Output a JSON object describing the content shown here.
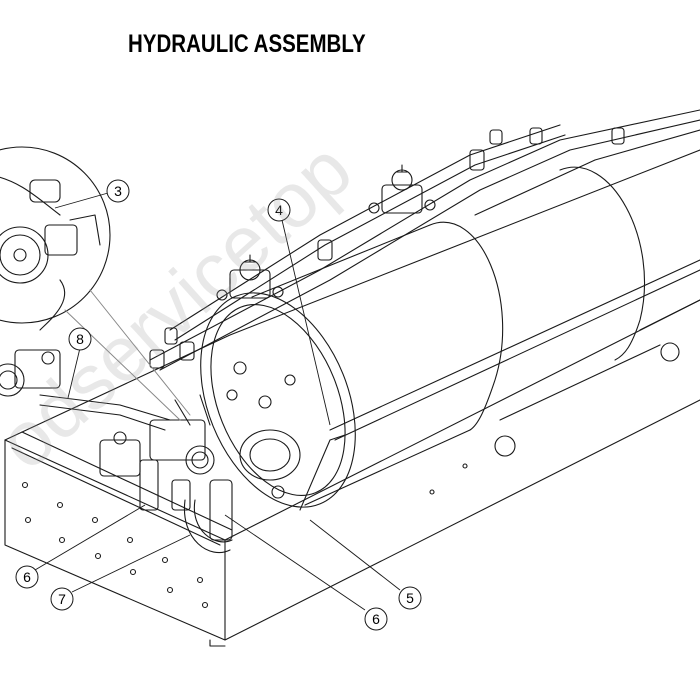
{
  "title": "HYDRAULIC ASSEMBLY",
  "watermark": "odservicetop",
  "callouts": [
    {
      "id": "c3",
      "label": "3"
    },
    {
      "id": "c4",
      "label": "4"
    },
    {
      "id": "c5",
      "label": "5"
    },
    {
      "id": "c6a",
      "label": "6"
    },
    {
      "id": "c6b",
      "label": "6"
    },
    {
      "id": "c7",
      "label": "7"
    },
    {
      "id": "c8",
      "label": "8"
    }
  ],
  "colors": {
    "line": "#1a1a1a",
    "background": "#ffffff",
    "watermark": "#9a9a9a"
  }
}
